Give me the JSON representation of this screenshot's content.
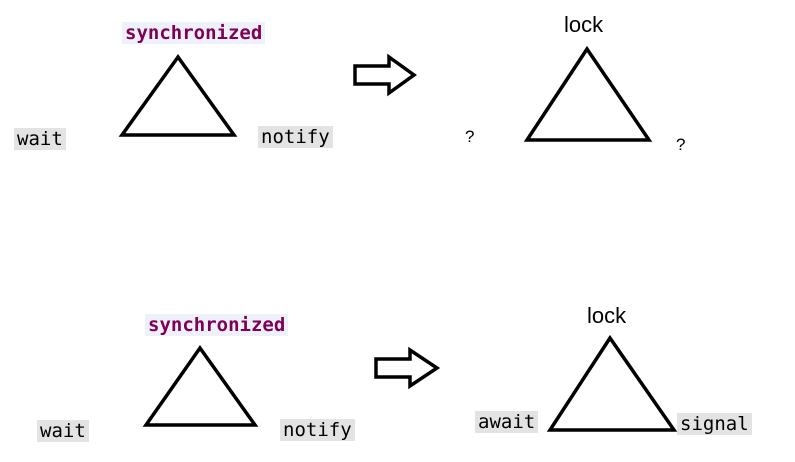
{
  "colors": {
    "keyword": "#7f0055",
    "keyword_bg": "#eef1f9",
    "code_bg": "#e3e3e3",
    "stroke": "#000000"
  },
  "top_left": {
    "apex": "synchronized",
    "left": "wait",
    "right": "notify"
  },
  "top_arrow": {
    "icon": "right-arrow-icon"
  },
  "top_right": {
    "apex": "lock",
    "left": "?",
    "right": "?"
  },
  "bottom_left": {
    "apex": "synchronized",
    "left": "wait",
    "right": "notify"
  },
  "bottom_arrow": {
    "icon": "right-arrow-icon"
  },
  "bottom_right": {
    "apex": "lock",
    "left": "await",
    "right": "signal"
  }
}
